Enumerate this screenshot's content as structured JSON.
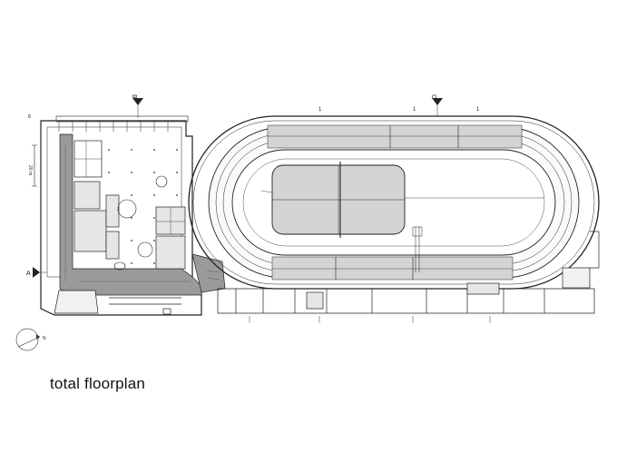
{
  "caption": "total floorplan",
  "section_markers": {
    "a": "A",
    "b": "B",
    "c": "C"
  },
  "axis_labels": {
    "one": "1"
  },
  "scale_bar_label": "20 m",
  "north_label": "N",
  "colors": {
    "line": "#222222",
    "corridor_fill": "#9a9a9a",
    "infield_fill": "#d4d4d4",
    "room_fill": "#e6e6e6"
  }
}
